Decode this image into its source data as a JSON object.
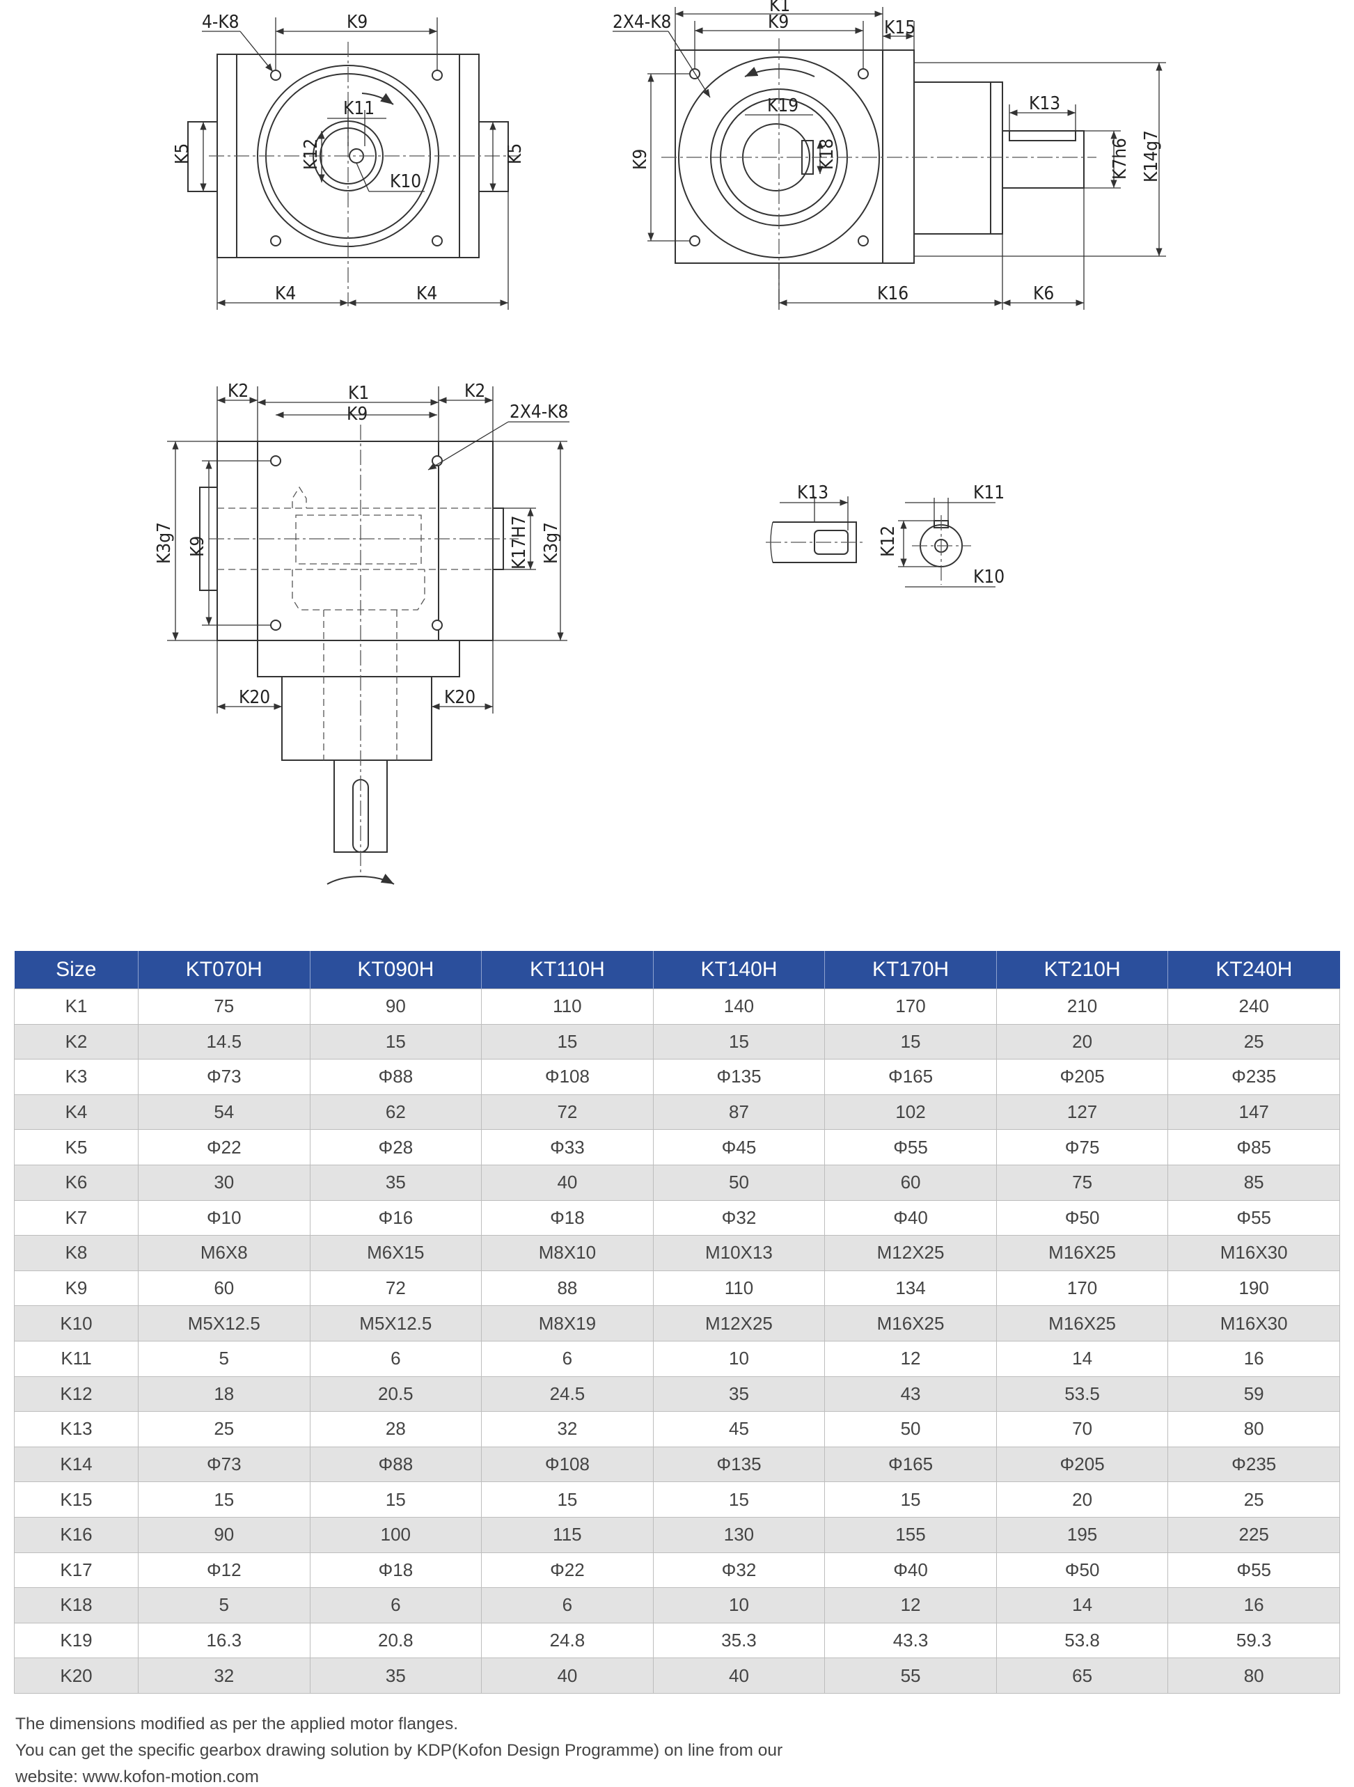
{
  "drawing": {
    "labels": {
      "holes_4": "4-K8",
      "holes_2x4": "2X4-K8",
      "k1": "K1",
      "k2": "K2",
      "k3": "K3g7",
      "k4": "K4",
      "k5": "K5",
      "k6": "K6",
      "k7": "K7h6",
      "k9": "K9",
      "k10": "K10",
      "k11": "K11",
      "k12": "K12",
      "k13": "K13",
      "k14": "K14g7",
      "k15": "K15",
      "k16": "K16",
      "k17": "K17H7",
      "k18": "K18",
      "k19": "K19",
      "k20": "K20"
    }
  },
  "table": {
    "header": [
      "Size",
      "KT070H",
      "KT090H",
      "KT110H",
      "KT140H",
      "KT170H",
      "KT210H",
      "KT240H"
    ],
    "rows": [
      [
        "K1",
        "75",
        "90",
        "110",
        "140",
        "170",
        "210",
        "240"
      ],
      [
        "K2",
        "14.5",
        "15",
        "15",
        "15",
        "15",
        "20",
        "25"
      ],
      [
        "K3",
        "Φ73",
        "Φ88",
        "Φ108",
        "Φ135",
        "Φ165",
        "Φ205",
        "Φ235"
      ],
      [
        "K4",
        "54",
        "62",
        "72",
        "87",
        "102",
        "127",
        "147"
      ],
      [
        "K5",
        "Φ22",
        "Φ28",
        "Φ33",
        "Φ45",
        "Φ55",
        "Φ75",
        "Φ85"
      ],
      [
        "K6",
        "30",
        "35",
        "40",
        "50",
        "60",
        "75",
        "85"
      ],
      [
        "K7",
        "Φ10",
        "Φ16",
        "Φ18",
        "Φ32",
        "Φ40",
        "Φ50",
        "Φ55"
      ],
      [
        "K8",
        "M6X8",
        "M6X15",
        "M8X10",
        "M10X13",
        "M12X25",
        "M16X25",
        "M16X30"
      ],
      [
        "K9",
        "60",
        "72",
        "88",
        "110",
        "134",
        "170",
        "190"
      ],
      [
        "K10",
        "M5X12.5",
        "M5X12.5",
        "M8X19",
        "M12X25",
        "M16X25",
        "M16X25",
        "M16X30"
      ],
      [
        "K11",
        "5",
        "6",
        "6",
        "10",
        "12",
        "14",
        "16"
      ],
      [
        "K12",
        "18",
        "20.5",
        "24.5",
        "35",
        "43",
        "53.5",
        "59"
      ],
      [
        "K13",
        "25",
        "28",
        "32",
        "45",
        "50",
        "70",
        "80"
      ],
      [
        "K14",
        "Φ73",
        "Φ88",
        "Φ108",
        "Φ135",
        "Φ165",
        "Φ205",
        "Φ235"
      ],
      [
        "K15",
        "15",
        "15",
        "15",
        "15",
        "15",
        "20",
        "25"
      ],
      [
        "K16",
        "90",
        "100",
        "115",
        "130",
        "155",
        "195",
        "225"
      ],
      [
        "K17",
        "Φ12",
        "Φ18",
        "Φ22",
        "Φ32",
        "Φ40",
        "Φ50",
        "Φ55"
      ],
      [
        "K18",
        "5",
        "6",
        "6",
        "10",
        "12",
        "14",
        "16"
      ],
      [
        "K19",
        "16.3",
        "20.8",
        "24.8",
        "35.3",
        "43.3",
        "53.8",
        "59.3"
      ],
      [
        "K20",
        "32",
        "35",
        "40",
        "40",
        "55",
        "65",
        "80"
      ]
    ]
  },
  "notes": [
    "The dimensions modified as per the applied motor flanges.",
    "You can get the specific gearbox drawing solution by KDP(Kofon Design Programme) on line from our",
    "website: www.kofon-motion.com"
  ]
}
